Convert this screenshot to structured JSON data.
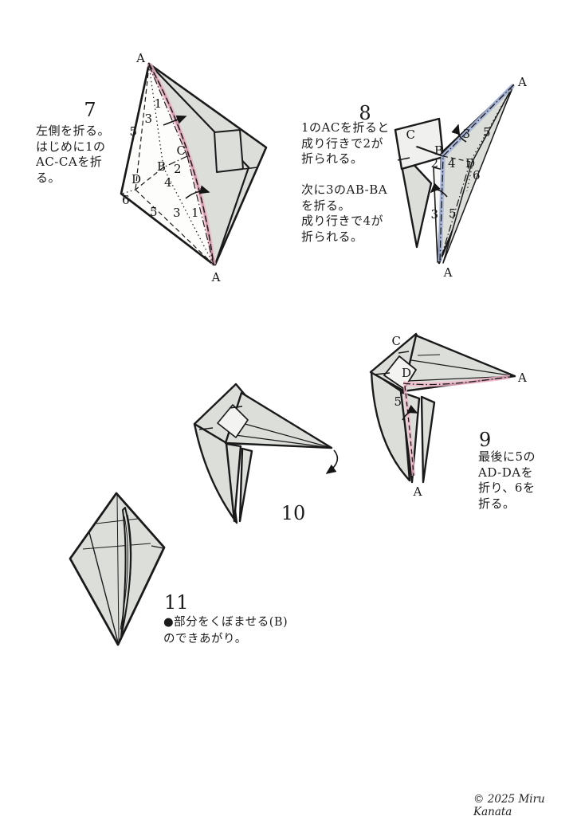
{
  "page": {
    "copyright": "© 2025 Miru Kanata"
  },
  "colors": {
    "paper_gray": "#dcdeda",
    "paper_white": "#fdfdfb",
    "outline": "#1a1a1a",
    "pink_fold": "#f4b7ca",
    "blue_fold": "#a9b7da"
  },
  "steps": [
    {
      "number": "7",
      "lines": [
        "左側を折る。",
        "はじめに1の",
        "AC-CAを折",
        "る。"
      ],
      "labels": {
        "a_top": "A",
        "n1": "1",
        "n3": "3",
        "n5": "5",
        "c": "C",
        "b": "B",
        "n2": "2",
        "d": "D",
        "n4": "4",
        "n6": "6",
        "n5_low": "5",
        "n3_low": "3",
        "n1_low": "1",
        "a_bottom": "A"
      }
    },
    {
      "number": "8",
      "lines": [
        "1のACを折ると",
        "成り行きで2が",
        "折られる。",
        "",
        "次に3のAB-BA",
        "を折る。",
        "成り行きで4が",
        "折られる。"
      ],
      "labels": {
        "a_top": "A",
        "c": "C",
        "b": "B",
        "n2": "2",
        "n4": "4",
        "d": "D",
        "n6": "6",
        "n3": "3",
        "n5": "5",
        "n3_low": "3",
        "n5_low": "5",
        "a_bottom": "A"
      }
    },
    {
      "number": "9",
      "lines": [
        "最後に5の",
        "AD-DAを",
        "折り、6を",
        "折る。"
      ],
      "labels": {
        "c": "C",
        "d": "D",
        "n5": "5",
        "a_right": "A",
        "a_bottom": "A"
      }
    },
    {
      "number": "10",
      "lines": []
    },
    {
      "number": "11",
      "lines": [
        "●部分をくぼませる(B)",
        "のできあがり。"
      ]
    }
  ]
}
